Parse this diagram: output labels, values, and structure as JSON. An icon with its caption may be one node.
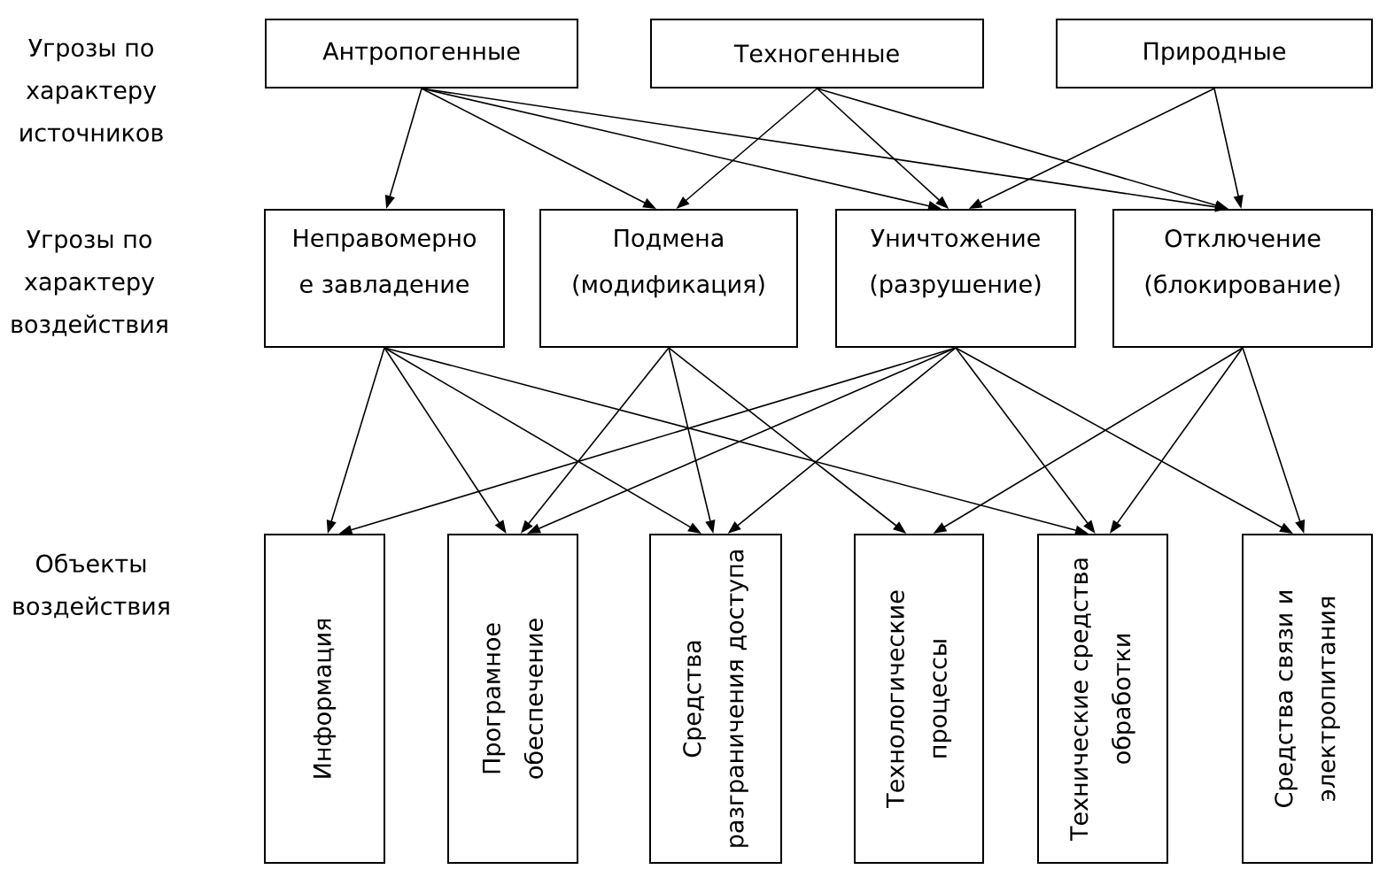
{
  "diagram": {
    "nodes": [
      {
        "text": [
          "Антропогенные"
        ]
      },
      {
        "text": [
          "Техногенные"
        ]
      },
      {
        "text": [
          "Природные"
        ]
      },
      {
        "text": [
          "Неправомерно е завладение"
        ]
      },
      {
        "text": [
          "Подмена (модификация)"
        ]
      },
      {
        "text": [
          "Уничтожение (разрушение)"
        ]
      },
      {
        "text": [
          "Отключение (блокирование)"
        ]
      },
      {
        "text": [
          "Информация"
        ]
      },
      {
        "text": [
          "Програмное обеспечение"
        ]
      },
      {
        "text": [
          "Средства разграничения доступа"
        ]
      },
      {
        "text": [
          "Технологические процессы"
        ]
      },
      {
        "text": [
          "Технические средства обработки"
        ]
      },
      {
        "text": [
          "Средства связи и электропитания"
        ]
      }
    ],
    "edges": [
      {
        "from": 0,
        "to": 3,
        "arrow": "to"
      },
      {
        "from": 0,
        "to": 4,
        "arrow": "to"
      },
      {
        "from": 0,
        "to": 5,
        "arrow": "to"
      },
      {
        "from": 0,
        "to": 6,
        "arrow": "to"
      },
      {
        "from": 1,
        "to": 4,
        "arrow": "to"
      },
      {
        "from": 1,
        "to": 5,
        "arrow": "to"
      },
      {
        "from": 1,
        "to": 6,
        "arrow": "to"
      },
      {
        "from": 2,
        "to": 5,
        "arrow": "to"
      },
      {
        "from": 2,
        "to": 6,
        "arrow": "to"
      },
      {
        "from": 3,
        "to": 7,
        "arrow": "to"
      },
      {
        "from": 3,
        "to": 8,
        "arrow": "to"
      },
      {
        "from": 3,
        "to": 9,
        "arrow": "to"
      },
      {
        "from": 3,
        "to": 11,
        "arrow": "to"
      },
      {
        "from": 4,
        "to": 8,
        "arrow": "to"
      },
      {
        "from": 4,
        "to": 9,
        "arrow": "to"
      },
      {
        "from": 4,
        "to": 10,
        "arrow": "to"
      },
      {
        "from": 5,
        "to": 7,
        "arrow": "to"
      },
      {
        "from": 5,
        "to": 8,
        "arrow": "to"
      },
      {
        "from": 5,
        "to": 9,
        "arrow": "to"
      },
      {
        "from": 5,
        "to": 11,
        "arrow": "to"
      },
      {
        "from": 5,
        "to": 12,
        "arrow": "to"
      },
      {
        "from": 6,
        "to": 10,
        "arrow": "to"
      },
      {
        "from": 6,
        "to": 11,
        "arrow": "to"
      },
      {
        "from": 6,
        "to": 12,
        "arrow": "to"
      }
    ],
    "labels": [
      "Угрозы по характеру источников",
      "Угрозы по характеру воздействия",
      "Объекты воздействия"
    ]
  }
}
